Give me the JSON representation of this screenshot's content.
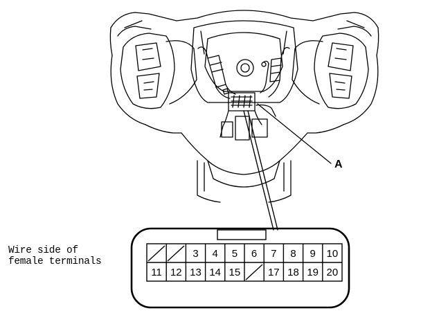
{
  "callout": {
    "label": "A"
  },
  "connector": {
    "caption_line1": "Wire side of",
    "caption_line2": "female terminals",
    "row1": [
      "",
      "",
      "3",
      "4",
      "5",
      "6",
      "7",
      "8",
      "9",
      "10"
    ],
    "row2": [
      "11",
      "12",
      "13",
      "14",
      "15",
      "",
      "17",
      "18",
      "19",
      "20"
    ],
    "empty_cavities": [
      "1",
      "2",
      "16"
    ]
  },
  "colors": {
    "ink": "#000000",
    "background": "#ffffff"
  }
}
